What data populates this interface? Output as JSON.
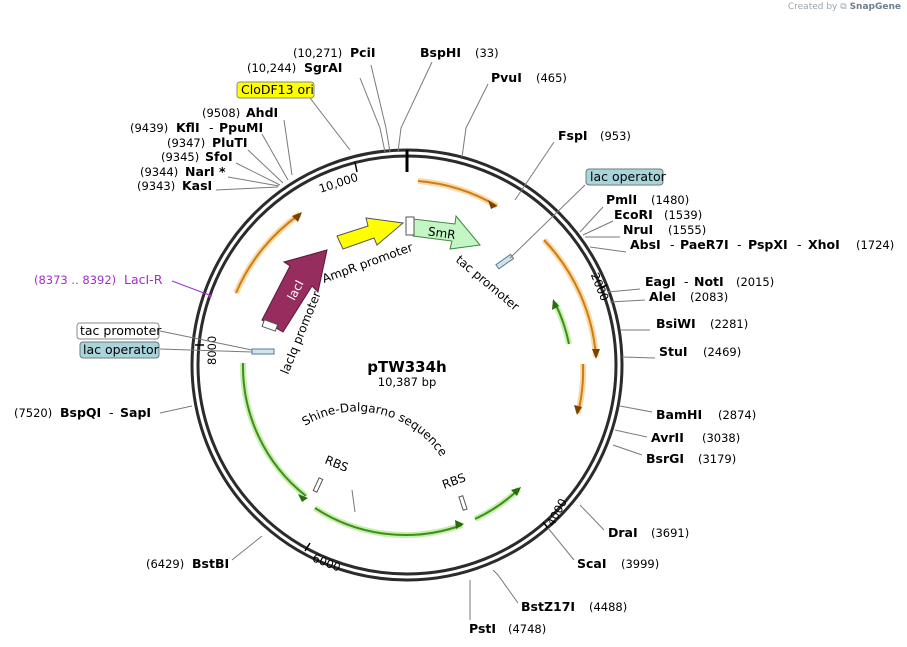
{
  "watermark": {
    "prefix": "Created by",
    "brand": "SnapGene"
  },
  "plasmid": {
    "name": "pTW334h",
    "size": "10,387 bp"
  },
  "ticks": [
    "10,000",
    "2000",
    "4000",
    "6000",
    "8000"
  ],
  "sites": {
    "s1": {
      "name": "PciI",
      "pos": "(10,271)"
    },
    "s2": {
      "name": "BspHI",
      "pos": "(33)"
    },
    "s3": {
      "name": "SgrAI",
      "pos": "(10,244)"
    },
    "s4": {
      "name": "PvuI",
      "pos": "(465)"
    },
    "s5": {
      "name": "AhdI",
      "pos": "(9508)"
    },
    "s6": {
      "name": "KflI",
      "sep": "-",
      "name2": "PpuMI",
      "pos": "(9439)"
    },
    "s7": {
      "name": "PluTI",
      "pos": "(9347)"
    },
    "s8": {
      "name": "SfoI",
      "pos": "(9345)"
    },
    "s9": {
      "name": "NarI",
      "star": "*",
      "pos": "(9344)"
    },
    "s10": {
      "name": "KasI",
      "pos": "(9343)"
    },
    "s11": {
      "name": "FspI",
      "pos": "(953)"
    },
    "s12": {
      "name": "PmlI",
      "pos": "(1480)"
    },
    "s13": {
      "name": "EcoRI",
      "pos": "(1539)"
    },
    "s14": {
      "name": "NruI",
      "pos": "(1555)"
    },
    "s15": {
      "name": "AbsI",
      "sep": "-",
      "name2": "PaeR7I",
      "sep2": "-",
      "name3": "PspXI",
      "sep3": "-",
      "name4": "XhoI",
      "pos": "(1724)"
    },
    "s16": {
      "name": "EagI",
      "sep": "-",
      "name2": "NotI",
      "pos": "(2015)"
    },
    "s17": {
      "name": "AleI",
      "pos": "(2083)"
    },
    "s18": {
      "name": "BsiWI",
      "pos": "(2281)"
    },
    "s19": {
      "name": "StuI",
      "pos": "(2469)"
    },
    "s20": {
      "name": "BamHI",
      "pos": "(2874)"
    },
    "s21": {
      "name": "AvrII",
      "pos": "(3038)"
    },
    "s22": {
      "name": "BsrGI",
      "pos": "(3179)"
    },
    "s23": {
      "name": "DraI",
      "pos": "(3691)"
    },
    "s24": {
      "name": "ScaI",
      "pos": "(3999)"
    },
    "s25": {
      "name": "BstZ17I",
      "pos": "(4488)"
    },
    "s26": {
      "name": "PstI",
      "pos": "(4748)"
    },
    "s27": {
      "name": "BstBI",
      "pos": "(6429)"
    },
    "s28": {
      "name": "BspQI",
      "sep": "-",
      "name2": "SapI",
      "pos": "(7520)"
    }
  },
  "primer": {
    "range": "(8373 .. 8392)",
    "name": "LacI-R",
    "color": "#a030c8"
  },
  "boxes": {
    "clodf": {
      "text": "CloDF13 ori",
      "color": "#ffff00"
    },
    "lacop_top": {
      "text": "lac operator",
      "color": "#a8d4dc"
    },
    "tac_left": {
      "text": "tac promoter",
      "color": "#ffffff"
    },
    "lacop_left": {
      "text": "lac operator",
      "color": "#a8d4dc"
    }
  },
  "features": {
    "smr": {
      "label": "SmR",
      "color": "#c4f5c4"
    },
    "ampr": {
      "label": "AmpR promoter",
      "color": "#ffff00"
    },
    "laci": {
      "label": "lacI",
      "color": "#962d5e"
    },
    "laciq": {
      "label": "lacIq promoter"
    },
    "tac_inner": {
      "label": "tac promoter"
    },
    "shine": {
      "label": "Shine-Dalgarno sequence"
    },
    "rbs1": {
      "label": "RBS"
    },
    "rbs2": {
      "label": "RBS"
    }
  }
}
